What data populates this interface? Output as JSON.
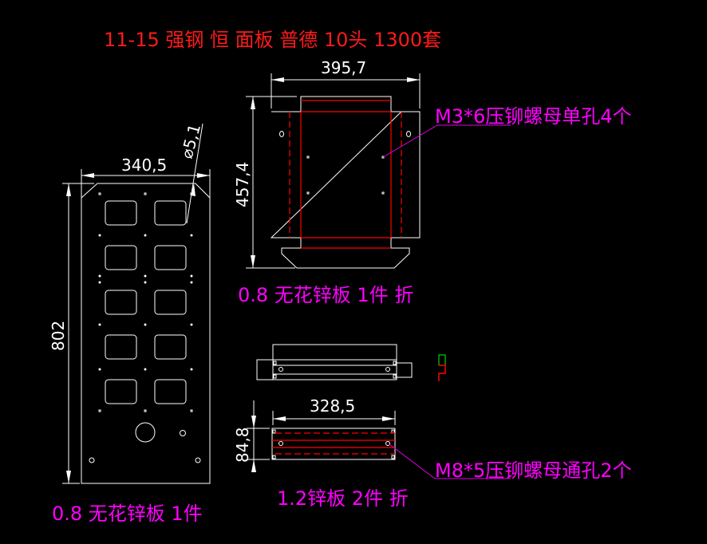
{
  "title": "11-15 强钢 恒 面板 普德 10头 1300套",
  "labels": {
    "front_panel": "0.8 无花锌板 1件",
    "box_panel": "0.8 无花锌板 1件 折",
    "strip_panel": "1.2锌板 2件 折",
    "m3_note": "M3*6压铆螺母单孔4个",
    "m8_note": "M8*5压铆螺母通孔2个"
  },
  "dimensions": {
    "front_width": "340,5",
    "front_height": "802",
    "hole_diameter": "⌀5,1",
    "box_width": "395,7",
    "box_height": "457,4",
    "strip_width": "328,5",
    "strip_height": "84,8"
  },
  "colors": {
    "title": "#ff1a1a",
    "note": "#ff00ff",
    "line": "#ffffff",
    "bend": "#ff0000"
  }
}
